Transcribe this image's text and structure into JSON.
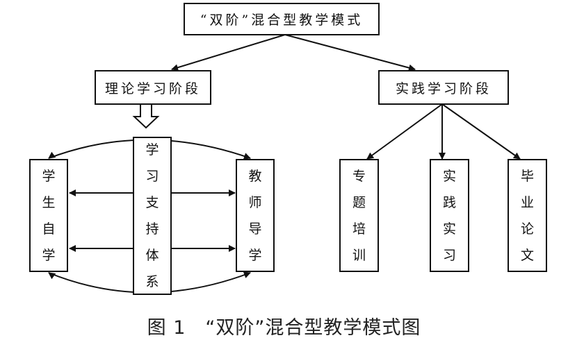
{
  "diagram": {
    "root": {
      "label": "“双阶”混合型教学模式"
    },
    "stages": [
      {
        "label": "理论学习阶段"
      },
      {
        "label": "实践学习阶段"
      }
    ],
    "theory_nodes": {
      "left": {
        "label": "学生自学"
      },
      "center": {
        "label": "学习支持体系"
      },
      "right": {
        "label": "教师导学"
      }
    },
    "practice_nodes": [
      {
        "label": "专题培训"
      },
      {
        "label": "实践实习"
      },
      {
        "label": "毕业论文"
      }
    ]
  },
  "caption": "图 1　“双阶”混合型教学模式图",
  "colors": {
    "line": "#111111",
    "background": "#ffffff"
  }
}
